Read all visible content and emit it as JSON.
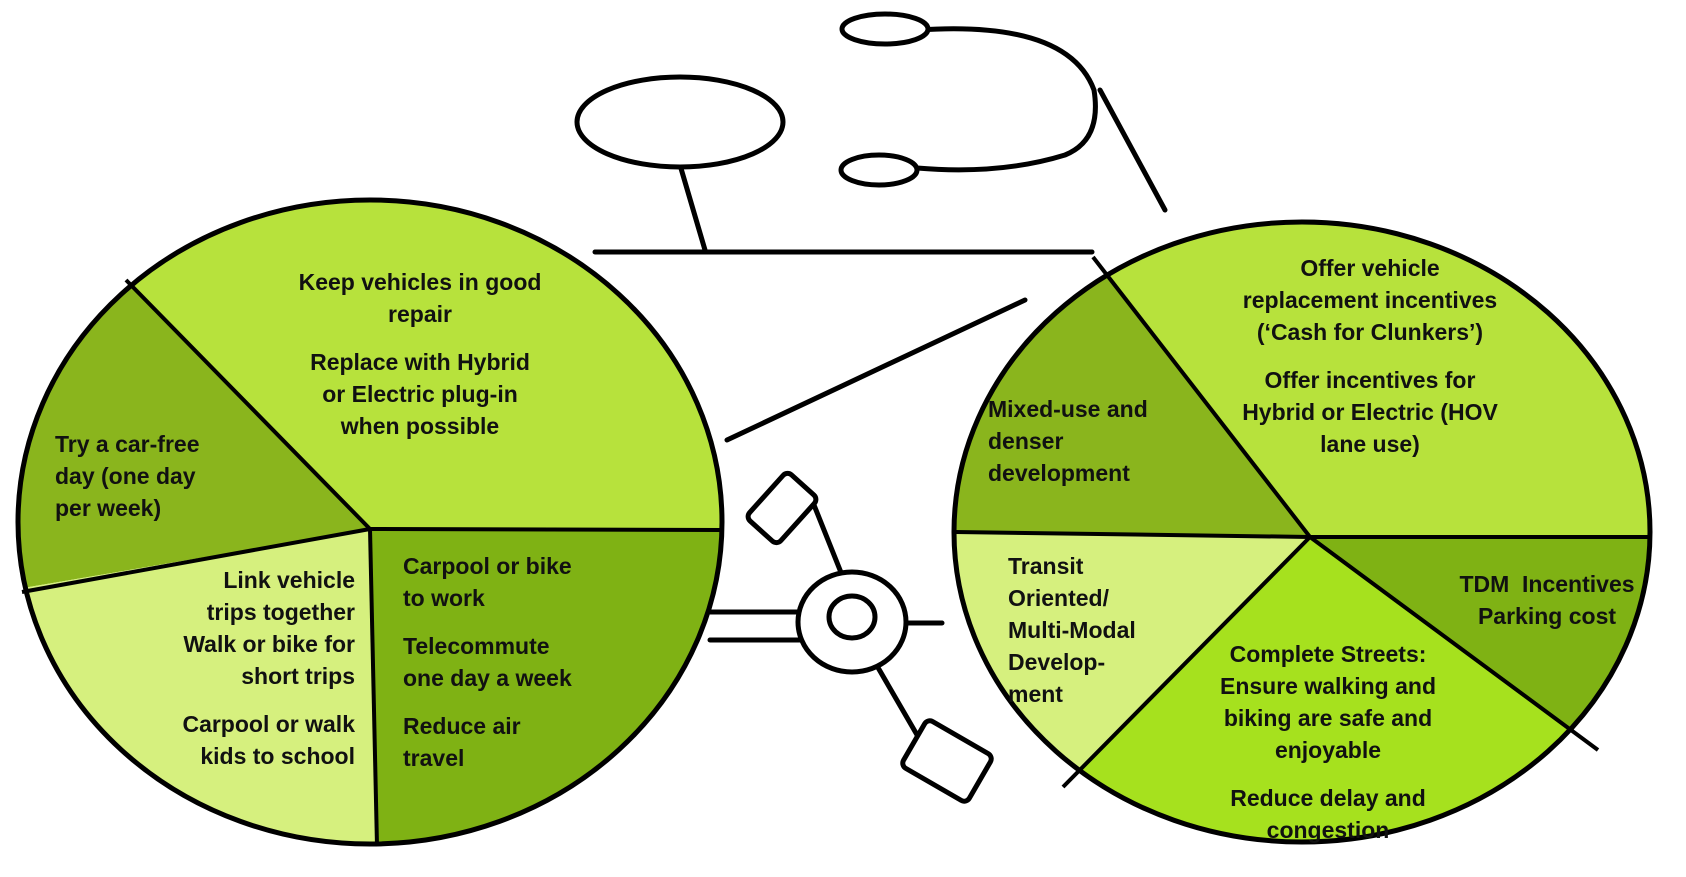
{
  "colors": {
    "outline": "#000000",
    "bright_green": "#b7e23c",
    "olive_green": "#8ab51d",
    "dark_green": "#7fb214",
    "pale_green": "#d6f07e",
    "vivid_green": "#a6e11e"
  },
  "bicycle": {
    "parts": [
      "seat",
      "handlebar",
      "handlebar-grip",
      "frame",
      "crank",
      "chainring",
      "pedal-upper",
      "pedal-lower"
    ]
  },
  "rear_wheel": {
    "segments": [
      {
        "id": "keep-repair",
        "color": "bright_green",
        "lines": [
          "Keep vehicles in good",
          "repair",
          "",
          "Replace with Hybrid",
          "or Electric plug-in",
          "when possible"
        ]
      },
      {
        "id": "car-free",
        "color": "olive_green",
        "lines": [
          "Try a car-free",
          "day (one day",
          "per week)"
        ]
      },
      {
        "id": "link-trips",
        "color": "pale_green",
        "lines": [
          "Link vehicle",
          "trips together",
          "Walk or bike for",
          "short trips",
          "",
          "Carpool or walk",
          "kids to school"
        ]
      },
      {
        "id": "carpool-work",
        "color": "dark_green",
        "lines": [
          "Carpool or bike",
          "to work",
          "",
          "Telecommute",
          "one day a week",
          "",
          "Reduce air",
          "travel"
        ]
      }
    ]
  },
  "front_wheel": {
    "segments": [
      {
        "id": "vehicle-incentives",
        "color": "bright_green",
        "lines": [
          "Offer vehicle",
          "replacement incentives",
          "(‘Cash for Clunkers’)",
          "",
          "Offer incentives for",
          "Hybrid or Electric (HOV",
          "lane use)"
        ]
      },
      {
        "id": "mixed-use",
        "color": "olive_green",
        "lines": [
          "Mixed-use and",
          "denser",
          "development"
        ]
      },
      {
        "id": "transit-oriented",
        "color": "pale_green",
        "lines": [
          "Transit",
          "Oriented/",
          "Multi-Modal",
          "Develop-",
          "ment"
        ]
      },
      {
        "id": "complete-streets",
        "color": "vivid_green",
        "lines": [
          "Complete Streets:",
          "Ensure walking and",
          "biking are safe and",
          "enjoyable",
          "",
          "Reduce delay and",
          "congestion"
        ]
      },
      {
        "id": "tdm",
        "color": "dark_green",
        "lines": [
          "TDM  Incentives",
          "Parking cost"
        ]
      }
    ]
  }
}
